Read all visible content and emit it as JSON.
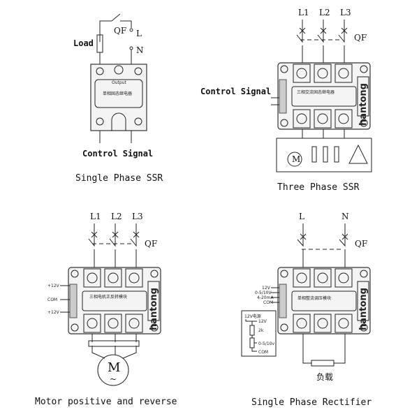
{
  "single_phase_ssr": {
    "title": "Single Phase SSR",
    "load": "Load",
    "qf": "QF",
    "l": "L",
    "n": "N",
    "control": "Control Signal",
    "module_text": "单相固态继电器",
    "module_top": "Output"
  },
  "three_phase_ssr": {
    "title": "Three Phase SSR",
    "l1": "L1",
    "l2": "L2",
    "l3": "L3",
    "qf": "QF",
    "control": "Control Signal",
    "brand": "hantong",
    "module_text": "三相交流固态继电器",
    "load_m": "M"
  },
  "motor": {
    "title": "Motor positive and reverse",
    "l1": "L1",
    "l2": "L2",
    "l3": "L3",
    "qf": "QF",
    "plus12v_a": "+12V",
    "com": "COM",
    "plus12v_b": "+12V",
    "brand": "hantong",
    "module_text": "三相电机正反转模块",
    "motor_label": "M",
    "tilde": "~"
  },
  "rectifier": {
    "title": "Single Phase Rectifier",
    "l": "L",
    "n": "N",
    "qf": "QF",
    "in_12v": "12V",
    "in_010v": "0-5/10V",
    "in_420": "4-20mA",
    "in_com": "COM",
    "brand": "hantong",
    "module_text": "单相整流调压模块",
    "inset_title": "12V电源",
    "inset_12v": "12V",
    "inset_2k": "2k",
    "inset_010": "0-5/10v",
    "inset_com": "COM",
    "load": "负载"
  }
}
